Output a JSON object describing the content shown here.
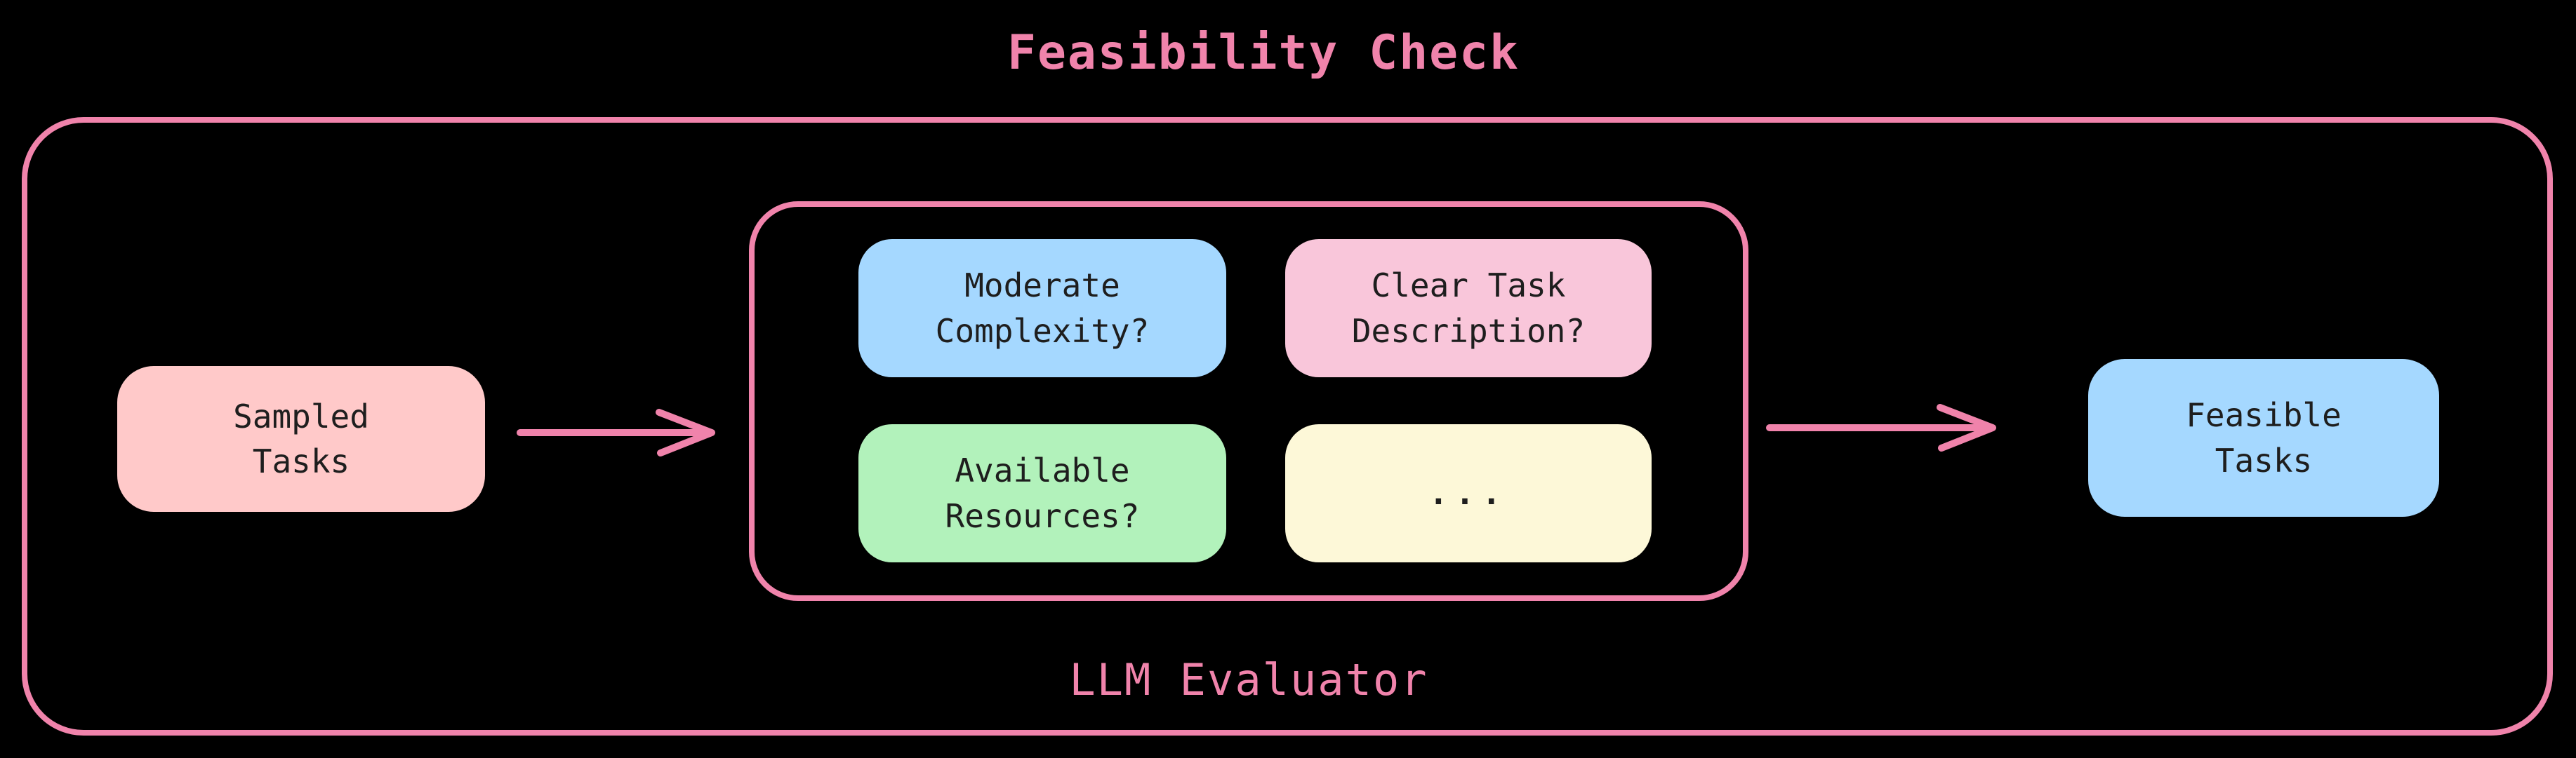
{
  "title": "Feasibility Check",
  "evaluator": {
    "label": "LLM Evaluator"
  },
  "nodes": {
    "sampled_tasks": {
      "label": "Sampled\nTasks",
      "color": "#ffc9c9"
    },
    "moderate_complexity": {
      "label": "Moderate\nComplexity?",
      "color": "#a5d8ff"
    },
    "clear_task_description": {
      "label": "Clear Task\nDescription?",
      "color": "#f9c6da"
    },
    "available_resources": {
      "label": "Available\nResources?",
      "color": "#b2f2bb"
    },
    "more_criteria": {
      "label": "...",
      "color": "#fdf8d8"
    },
    "feasible_tasks": {
      "label": "Feasible\nTasks",
      "color": "#a5d8ff"
    }
  },
  "arrows": [
    {
      "name": "sampled-tasks-to-llm-evaluator"
    },
    {
      "name": "llm-evaluator-to-feasible-tasks"
    }
  ],
  "colors": {
    "background": "#000000",
    "accent_pink": "#f083ab",
    "text_dark": "#1e1e1e",
    "node_salmon": "#ffc9c9",
    "node_blue": "#a5d8ff",
    "node_pink": "#f9c6da",
    "node_green": "#b2f2bb",
    "node_cream": "#fdf8d8"
  }
}
